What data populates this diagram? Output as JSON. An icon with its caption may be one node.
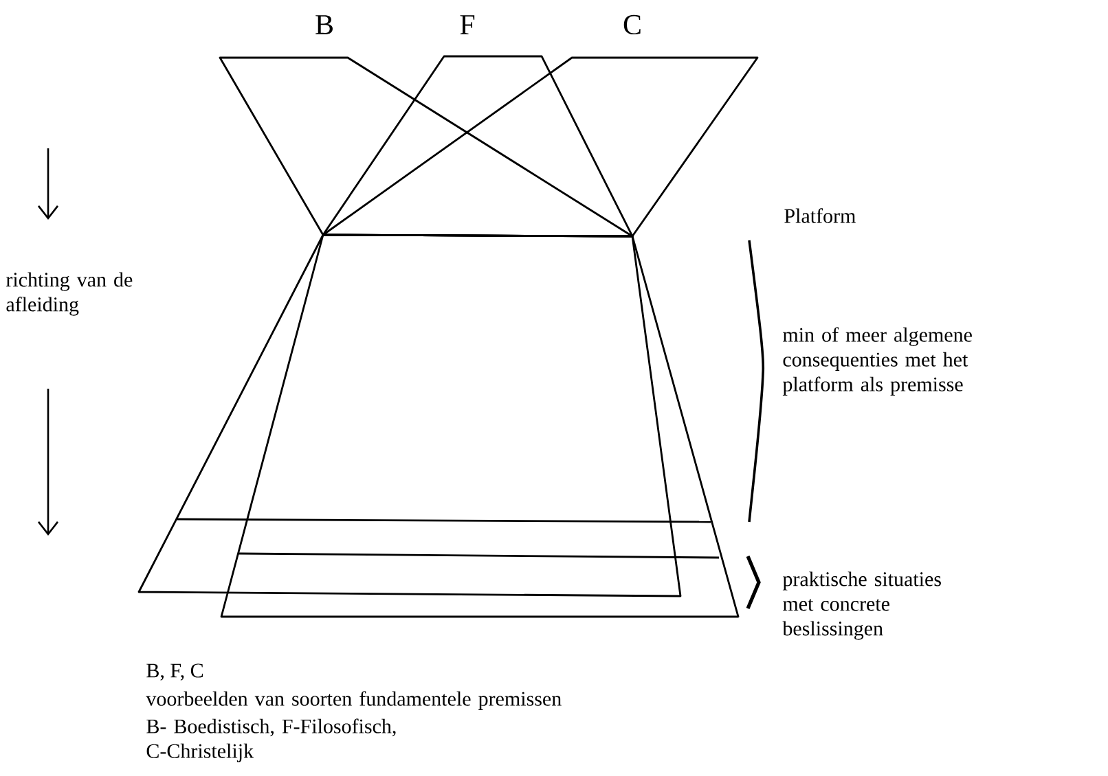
{
  "diagram": {
    "labels": [
      "B",
      "F",
      "C",
      "Platform",
      "richting van de afleiding",
      "min of meer algemene consequenties met het platform als premisse",
      "praktische situaties met concrete beslissingen",
      "B, F, C",
      "voorbeelden van soorten fundamentele premissen",
      "B- Boedistisch, F-Filosofisch, C-Christelijk"
    ]
  }
}
